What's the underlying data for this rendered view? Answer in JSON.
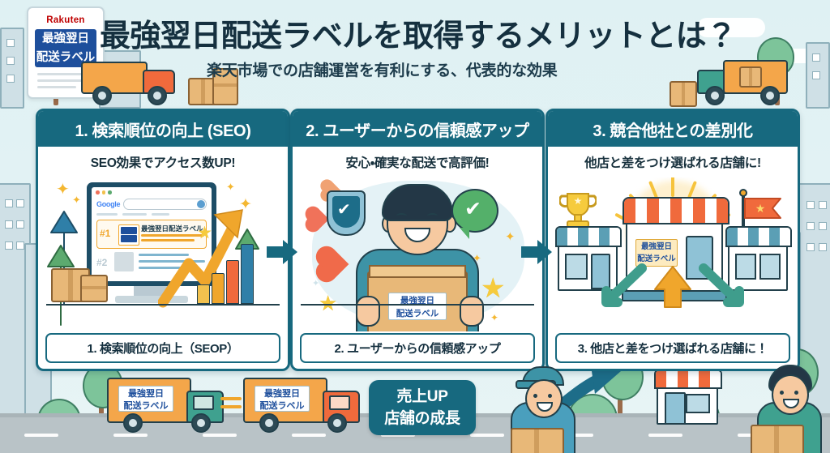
{
  "header": {
    "badge": {
      "brand": "Rakuten",
      "label_line1": "最強翌日",
      "label_line2": "配送ラベル"
    },
    "title": "最強翌日配送ラベルを取得するメリットとは？",
    "subtitle": "楽天市場での店舗運営を有利にする、代表的な効果"
  },
  "cards": [
    {
      "header": "1. 検索順位の向上 (SEO)",
      "subhead": "SEO効果でアクセス数UP!",
      "caption": "1. 検索順位の向上（SEOP）",
      "art": {
        "browser_brand": "Google",
        "rank1": "#1",
        "rank2": "#2",
        "result_title": "最強翌日配送ラベル",
        "thumb_line1": "最強翌日",
        "thumb_line2": "配送ラベル"
      }
    },
    {
      "header": "2. ユーザーからの信頼感アップ",
      "subhead": "安心・確実な配送で高評価!",
      "caption": "2. ユーザーからの信頼感アップ",
      "art": {
        "box_label_line1": "最強翌日",
        "box_label_line2": "配送ラベル",
        "check_glyph": "✔"
      }
    },
    {
      "header": "3. 競合他社との差別化",
      "subhead": "他店と差をつけ選ばれる店舗に!",
      "caption": "3. 他店と差をつけ選ばれる店舗に！",
      "art": {
        "shop_sign_line1": "最強翌日",
        "shop_sign_line2": "配送ラベル",
        "trophy_star_glyph": "★",
        "flag_star_glyph": "★"
      }
    }
  ],
  "flow": {
    "arrow_1_to_2": "▶",
    "arrow_2_to_3": "▶"
  },
  "bottom": {
    "truck_left_label_line1": "最強翌日",
    "truck_left_label_line2": "配送ラベル",
    "truck_right_label_line1": "最強翌日",
    "truck_right_label_line2": "配送ラベル",
    "equals_symbol": "=",
    "result_pill_line1": "売上UP",
    "result_pill_line2": "店舗の成長"
  },
  "colors": {
    "background": "#dff0f2",
    "header_teal": "#17697f",
    "title_navy": "#15303f",
    "accent_orange": "#f0a62c",
    "label_blue": "#1e4f9c",
    "rakuten_red": "#bf0000",
    "green": "#54b06a",
    "truck_orange": "#f4a64a",
    "truck_teal": "#3fa18f"
  }
}
